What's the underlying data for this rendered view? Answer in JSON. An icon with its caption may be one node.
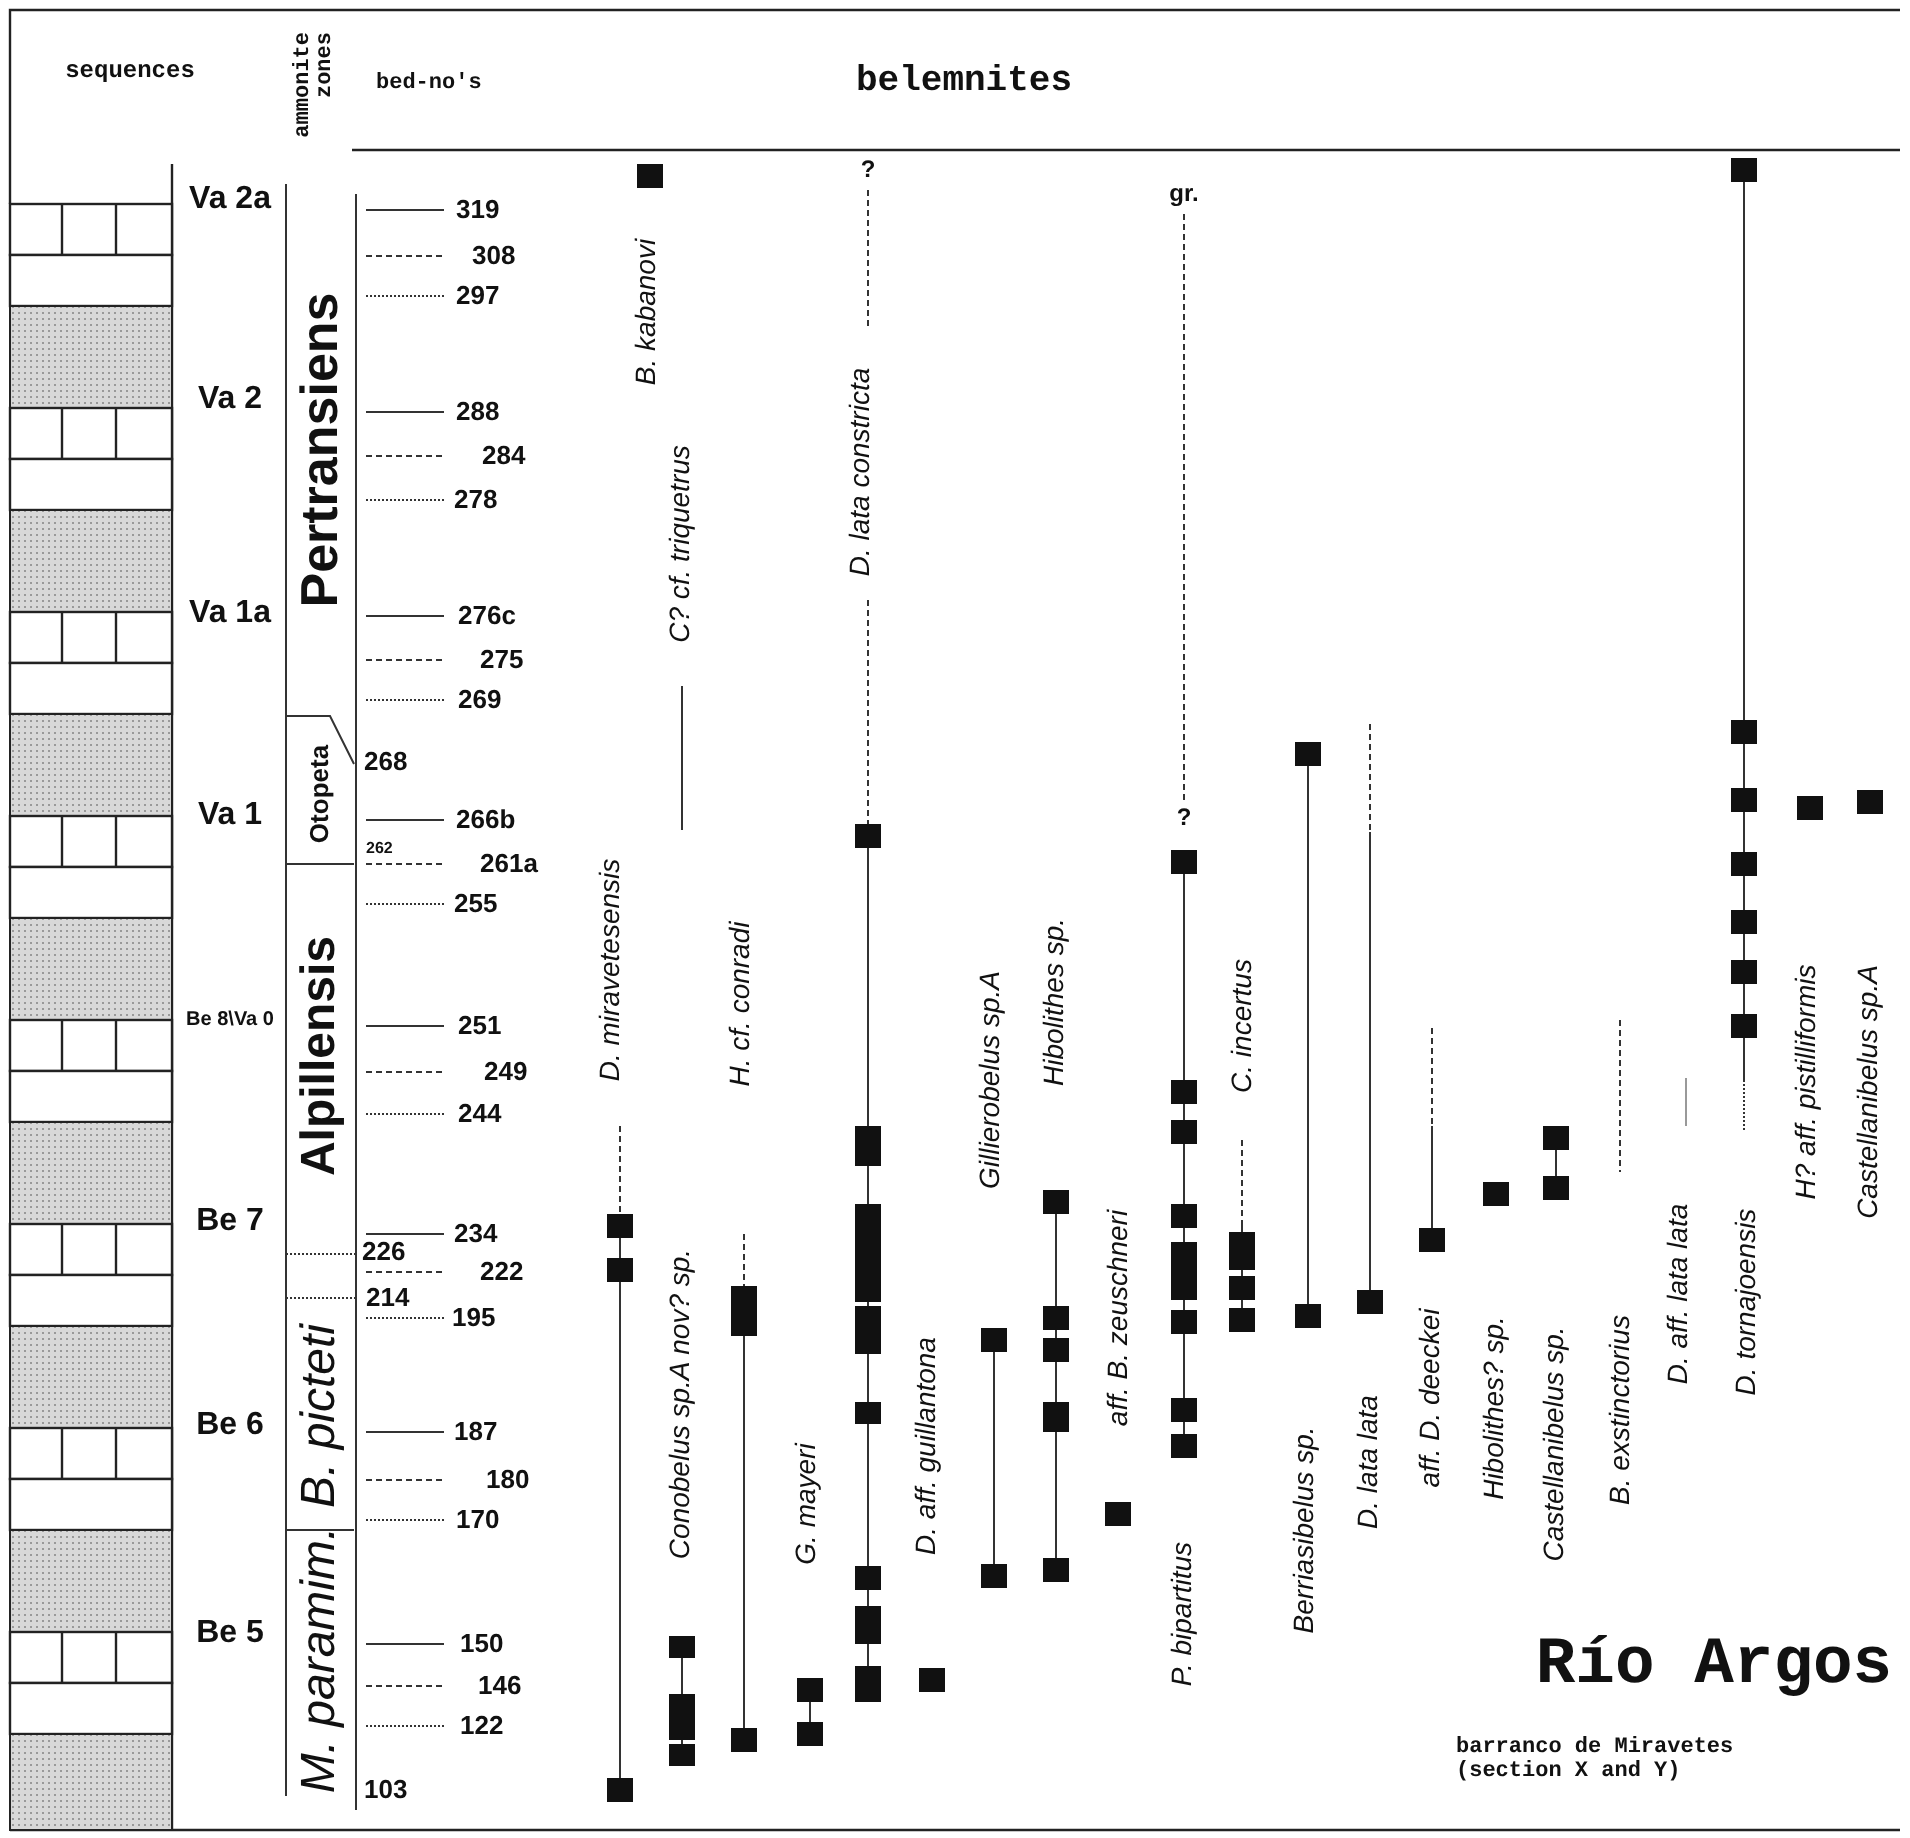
{
  "diagram": {
    "title": "Río Argos",
    "caption": "barranco de Miravetes (section X and Y)",
    "labels": [
      "sequences",
      "ammonite zones",
      "bed-no's",
      "belemnites",
      "Va 2a",
      "Va 2",
      "Va 1a",
      "Va 1",
      "Be 8\\Va 0",
      "Be 7",
      "Be 6",
      "Be 5",
      "Pertransiens",
      "Otopeta",
      "Alpillensis",
      "B. picteti",
      "M. paramim.",
      "319",
      "308",
      "297",
      "288",
      "284",
      "278",
      "276c",
      "275",
      "269",
      "268",
      "266b",
      "262",
      "261a",
      "255",
      "251",
      "249",
      "244",
      "234",
      "226",
      "222",
      "214",
      "195",
      "187",
      "180",
      "170",
      "150",
      "146",
      "122",
      "103",
      "?",
      "gr.",
      "?",
      "D. miravetesensis",
      "B. kabanovi",
      "C? cf. triquetrus",
      "Conobelus sp.A nov? sp.",
      "H. cf. conradi",
      "G. mayeri",
      "D. lata constricta",
      "D. aff. guillantona",
      "Gillierobelus sp.A",
      "Hibolithes sp.",
      "aff. B. zeuschneri",
      "P. bipartitus",
      "C. incertus",
      "Berriasibelus sp.",
      "D. lata lata",
      "aff. D. deeckei",
      "Hibolithes? sp.",
      "Castellanibelus sp.",
      "B. exstinctorius",
      "D. aff. lata lata",
      "D. tornajoensis",
      "H? aff. pistilliformis",
      "Castellanibelus sp.A"
    ]
  }
}
